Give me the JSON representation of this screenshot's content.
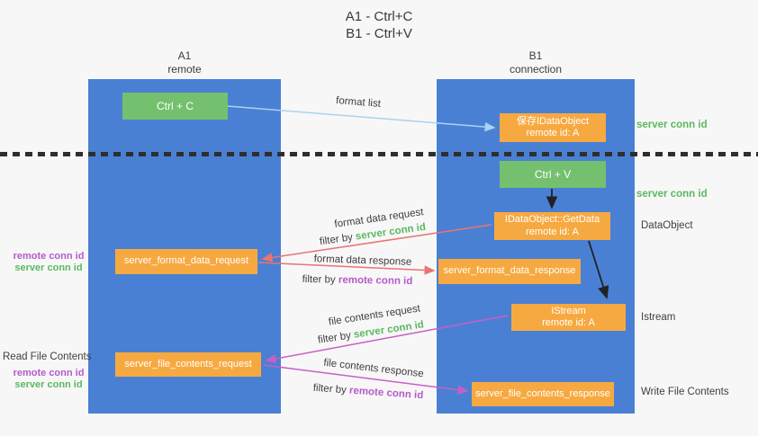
{
  "title": {
    "line1": "A1 - Ctrl+C",
    "line2": "B1 - Ctrl+V"
  },
  "columns": {
    "a1": {
      "name": "A1",
      "subtitle": "remote"
    },
    "b1": {
      "name": "B1",
      "subtitle": "connection"
    }
  },
  "nodes": {
    "ctrl_c": {
      "label": "Ctrl + C"
    },
    "save_dataobject": {
      "line1": "保存IDataObject",
      "line2": "remote id: A"
    },
    "ctrl_v": {
      "label": "Ctrl + V"
    },
    "getdata": {
      "line1": "IDataObject::GetData",
      "line2": "remote id: A"
    },
    "server_format_data_request": {
      "label": "server_format_data_request"
    },
    "server_format_data_response": {
      "label": "server_format_data_response"
    },
    "istream": {
      "line1": "IStream",
      "line2": "remote id: A"
    },
    "server_file_contents_request": {
      "label": "server_file_contents_request"
    },
    "server_file_contents_response": {
      "label": "server_file_contents_response"
    }
  },
  "arrows": {
    "format_list": {
      "label": "format list",
      "color": "#a9d3ee"
    },
    "format_data_request": {
      "label": "format data request",
      "filter_prefix": "filter by ",
      "filter_key": "server conn id",
      "color": "#e87470"
    },
    "format_data_response": {
      "label": "format data response",
      "filter_prefix": "filter by ",
      "filter_key": "remote conn id",
      "color": "#e87470"
    },
    "file_contents_request": {
      "label": "file contents request",
      "filter_prefix": "filter by ",
      "filter_key": "server conn id",
      "color": "#c75fc7"
    },
    "file_contents_response": {
      "label": "file contents response",
      "filter_prefix": "filter by ",
      "filter_key": "remote conn id",
      "color": "#c75fc7"
    }
  },
  "side_labels": {
    "server_conn_id_top": "server conn id",
    "server_conn_id_mid": "server conn id",
    "dataobject": "DataObject",
    "istream": "Istream",
    "write_file_contents": "Write File Contents",
    "read_file_contents": "Read File Contents",
    "left_block_format": {
      "remote": "remote conn id",
      "server": "server conn id"
    },
    "left_block_file": {
      "remote": "remote conn id",
      "server": "server conn id"
    }
  },
  "colors": {
    "column_blue": "#4a80d4",
    "node_green": "#74c06f",
    "node_orange": "#f7a941",
    "arrow_blue": "#a9d3ee",
    "arrow_red": "#e87470",
    "arrow_magenta": "#c75fc7",
    "arrow_black": "#222222",
    "text_green": "#5cb860",
    "text_purple": "#b55bc8",
    "background": "#f7f7f8"
  }
}
